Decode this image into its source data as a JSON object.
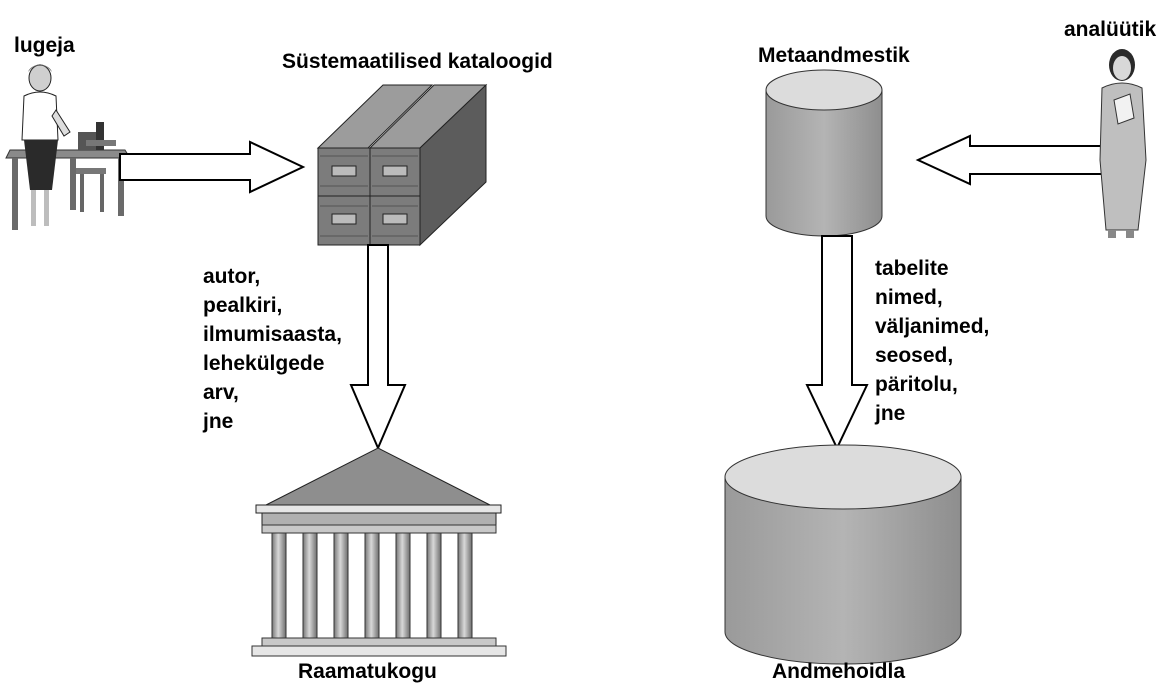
{
  "left": {
    "reader_label": "lugeja",
    "catalog_label": "Süstemaatilised kataloogid",
    "library_label": "Raamatukogu",
    "attributes": [
      "autor,",
      "pealkiri,",
      "ilmumisaasta,",
      "lehekülgede",
      "arv,",
      "jne"
    ]
  },
  "right": {
    "analyst_label": "analüütik",
    "metadata_label": "Metaandmestik",
    "warehouse_label": "Andmehoidla",
    "attributes": [
      "tabelite",
      "nimed,",
      "väljanimed,",
      "seosed,",
      "päritolu,",
      "jne"
    ]
  }
}
